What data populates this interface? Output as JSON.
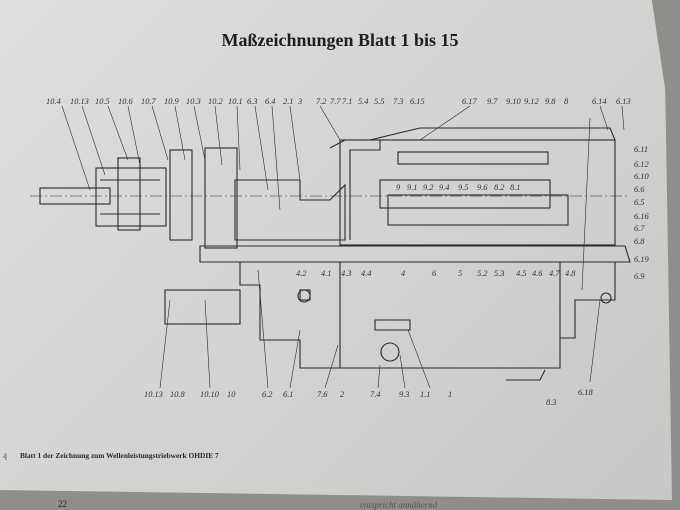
{
  "document": {
    "title": "Maßzeichnungen Blatt 1 bis 15",
    "caption_mark": "ą",
    "caption": "Blatt 1 der Zeichnung zum Wellenleistungstriebwerk OHDIE 7",
    "page_number": "22",
    "bleed_text": "entspricht annähernd"
  },
  "drawing": {
    "top_labels": [
      "10.4",
      "10.13",
      "10.5",
      "10.6",
      "10.7",
      "10.9",
      "10.3",
      "10.2",
      "10.1",
      "6.3",
      "6.4",
      "2.1",
      "3",
      "7.2",
      "7.7",
      "7.1",
      "5.4",
      "5.5",
      "7.3",
      "6.15",
      "6.17",
      "9.7",
      "9.10",
      "9.12",
      "9.8",
      "8",
      "6.14",
      "6.13"
    ],
    "right_labels": [
      "6.11",
      "6.12",
      "6.10",
      "6.6",
      "6.5",
      "6.16",
      "6.7",
      "6.8",
      "6.19",
      "6.9"
    ],
    "inner_labels": [
      "9",
      "9.1",
      "9.2",
      "9.4",
      "9.5",
      "9.6",
      "8.2",
      "8.1"
    ],
    "middle_labels": [
      "4.2",
      "4.1",
      "4.3",
      "4.4",
      "4",
      "6",
      "5",
      "5.2",
      "5.3",
      "4.5",
      "4.6",
      "4.7",
      "4.8"
    ],
    "bottom_labels": [
      "10.13",
      "10.8",
      "10.10",
      "10",
      "6.2",
      "6.1",
      "7.6",
      "2",
      "7.4",
      "9.3",
      "1.1",
      "1",
      "8.3",
      "6.18"
    ]
  }
}
